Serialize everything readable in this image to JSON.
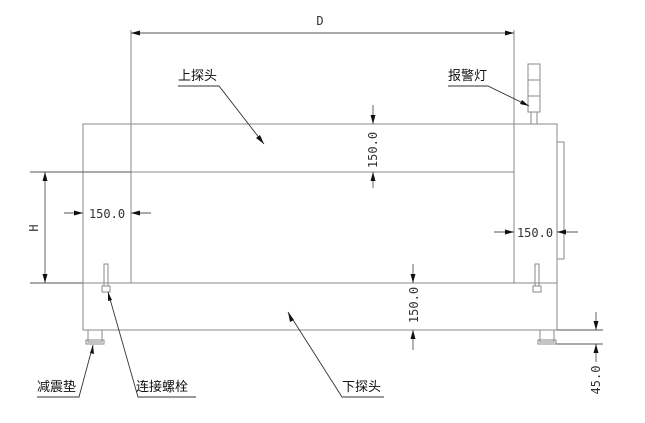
{
  "labels": {
    "upper_probe": "上探头",
    "alarm_light": "报警灯",
    "lower_probe": "下探头",
    "damping_pad": "减震垫",
    "connecting_bolt": "连接螺栓"
  },
  "dimensions": {
    "width_d": "D",
    "height_h": "H",
    "upper_offset": "150.0",
    "left_offset": "150.0",
    "right_offset": "150.0",
    "lower_offset": "150.0",
    "foot_height": "45.0"
  }
}
